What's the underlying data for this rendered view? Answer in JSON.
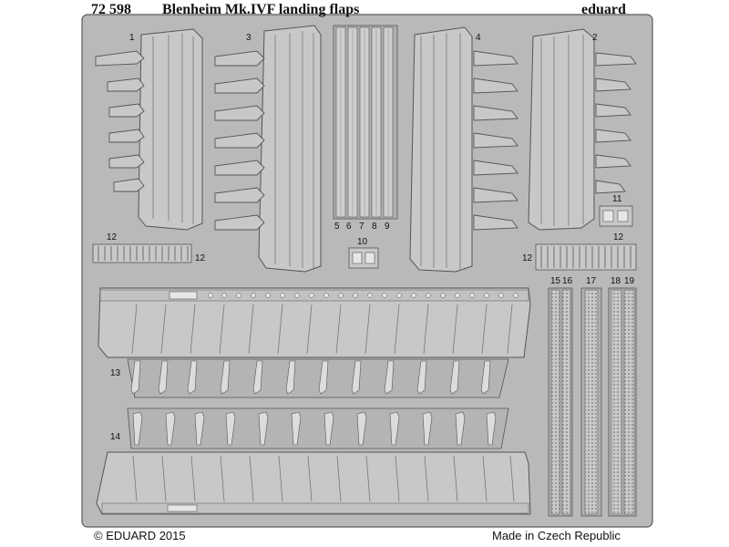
{
  "sheet": {
    "catalog_number": "72 598",
    "title": "Blenheim Mk.IVF landing flaps",
    "brand": "eduard",
    "copyright": "© EDUARD 2015",
    "origin": "Made in Czech Republic"
  },
  "part_numbers": {
    "p1": "1",
    "p2": "2",
    "p3": "3",
    "p4": "4",
    "p5": "5",
    "p6": "6",
    "p7": "7",
    "p8": "8",
    "p9": "9",
    "p10": "10",
    "p11": "11",
    "p12a": "12",
    "p12b": "12",
    "p12c": "12",
    "p12d": "12",
    "p13": "13",
    "p14": "14",
    "p15": "15",
    "p16": "16",
    "p17": "17",
    "p18": "18",
    "p19": "19"
  },
  "colors": {
    "fret_fill": "#b9b9b9",
    "fret_edge": "#5a5a5a",
    "part_fill": "#c8c8c8",
    "etch_line": "#6e6e6e",
    "background": "#ffffff",
    "text": "#111111"
  }
}
